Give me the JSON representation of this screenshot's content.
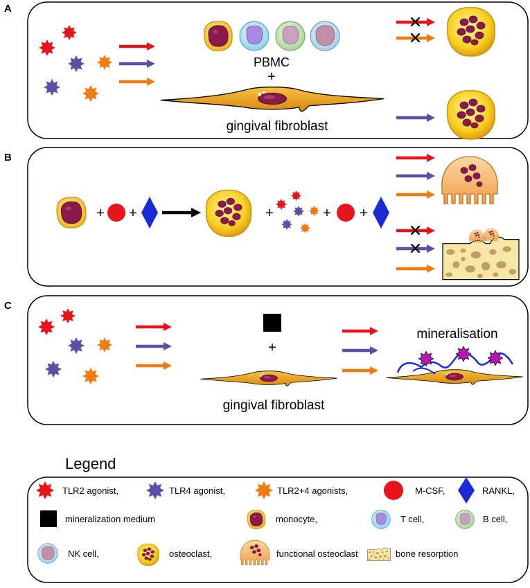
{
  "panels": {
    "a": {
      "letter": "A",
      "pbmc_label": "PBMC",
      "plus": "+",
      "fibroblast_label": "gingival fibroblast",
      "blocked_mark": "X"
    },
    "b": {
      "letter": "B",
      "plus": "+",
      "blocked_mark": "X"
    },
    "c": {
      "letter": "C",
      "plus": "+",
      "mineralisation_label": "mineralisation",
      "fibroblast_label": "gingival fibroblast"
    }
  },
  "legend": {
    "title": "Legend",
    "items": [
      {
        "label": "TLR2 agonist,",
        "icon": "red-star-icon"
      },
      {
        "label": "TLR4 agonist,",
        "icon": "purple-star-icon"
      },
      {
        "label": "TLR2+4 agonists,",
        "icon": "orange-star-icon"
      },
      {
        "label": "M-CSF,",
        "icon": "red-circle-icon"
      },
      {
        "label": "RANKL,",
        "icon": "blue-diamond-icon"
      },
      {
        "label": "mineralization medium",
        "icon": "black-square-icon"
      },
      {
        "label": "monocyte,",
        "icon": "monocyte-icon"
      },
      {
        "label": "T cell,",
        "icon": "t-cell-icon"
      },
      {
        "label": "B cell,",
        "icon": "b-cell-icon"
      },
      {
        "label": "NK cell,",
        "icon": "nk-cell-icon"
      },
      {
        "label": "osteoclast,",
        "icon": "osteoclast-icon"
      },
      {
        "label": "functional osteoclast",
        "icon": "functional-osteoclast-icon"
      },
      {
        "label": "bone resorption",
        "icon": "bone-resorption-icon"
      }
    ]
  },
  "colors": {
    "tlr2": "#e8141c",
    "tlr4": "#5b4fa8",
    "tlr24": "#f07b12",
    "mcsf": "#e8141c",
    "rankl": "#1a2bd6",
    "fibroblast": "#f0a020",
    "osteoclast_fill": "#f8d020",
    "nucleus": "#8a1a4a"
  }
}
